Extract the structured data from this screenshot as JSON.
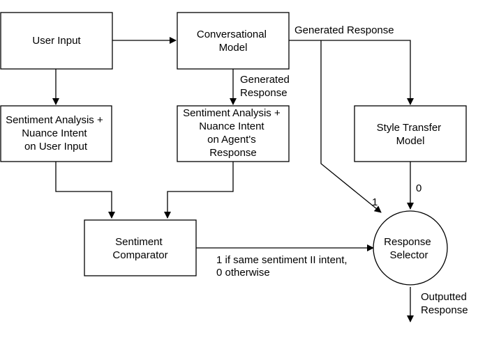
{
  "nodes": {
    "user_input": {
      "lines": [
        "User Input"
      ]
    },
    "conversational_model": {
      "lines": [
        "Conversational",
        "Model"
      ]
    },
    "sentiment_user": {
      "lines": [
        "Sentiment Analysis +",
        "Nuance Intent",
        "on User Input"
      ]
    },
    "sentiment_agent": {
      "lines": [
        "Sentiment Analysis +",
        "Nuance Intent",
        "on Agent's",
        "Response"
      ]
    },
    "style_transfer": {
      "lines": [
        "Style Transfer",
        "Model"
      ]
    },
    "sentiment_comparator": {
      "lines": [
        "Sentiment",
        "Comparator"
      ]
    },
    "response_selector": {
      "lines": [
        "Response",
        "Selector"
      ]
    }
  },
  "edge_labels": {
    "generated_response_top": [
      "Generated Response"
    ],
    "generated_response_down": [
      "Generated",
      "Response"
    ],
    "comparator_output": [
      "1 if same sentiment II intent,",
      "0 otherwise"
    ],
    "direct_input_index": [
      "1"
    ],
    "style_input_index": [
      "0"
    ],
    "outputted_response": [
      "Outputted",
      "Response"
    ]
  }
}
